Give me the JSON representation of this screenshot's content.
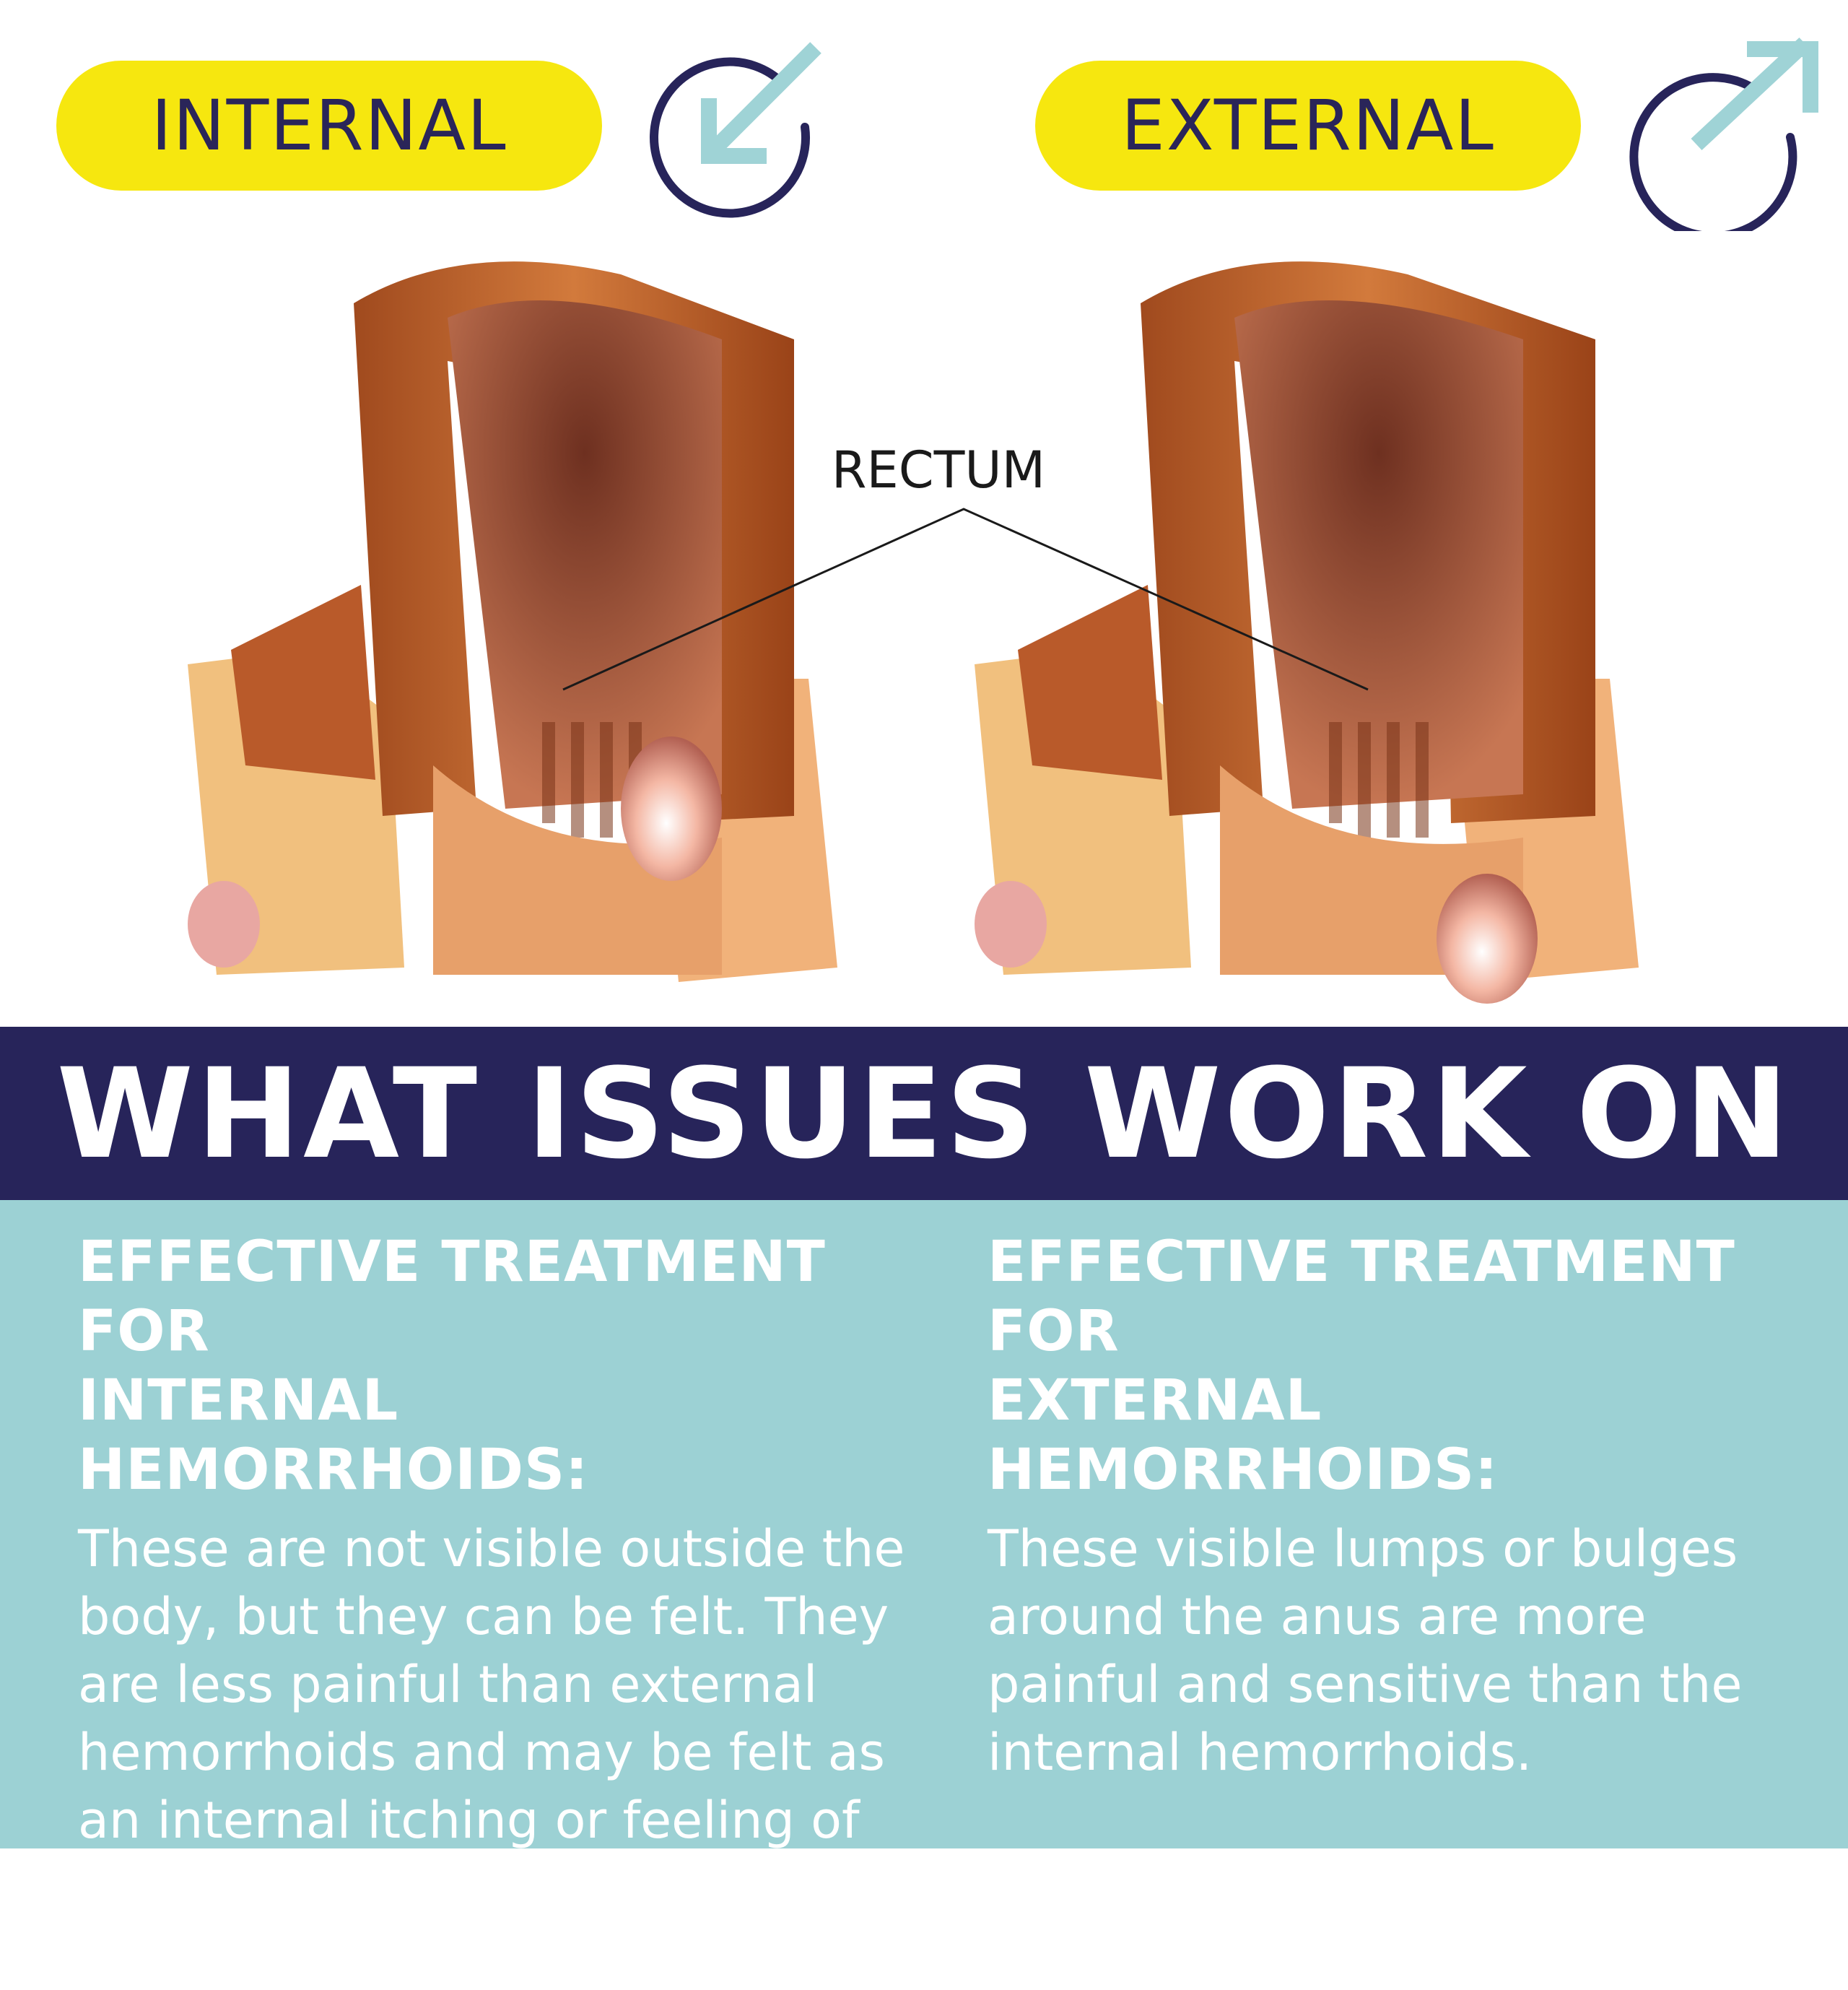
{
  "labels": {
    "internal": "INTERNAL",
    "external": "EXTERNAL",
    "rectum": "RECTUM"
  },
  "banner": {
    "title": "WHAT ISSUES WORK ON"
  },
  "columns": {
    "internal": {
      "heading_line1": "EFFECTIVE TREATMENT FOR",
      "heading_line2": "INTERNAL HEMORRHOIDS:",
      "body": "These are not visible outside the body, but they can be felt. They are less painful than external hemorrhoids and may be felt as an internal itching or feeling of fullness after a bowel movement."
    },
    "external": {
      "heading_line1": "EFFECTIVE TREATMENT FOR",
      "heading_line2": "EXTERNAL HEMORRHOIDS:",
      "body": "These visible lumps or bulges around the anus are more painful and sensitive than the internal hemorrhoids."
    }
  },
  "icons": {
    "internal": "arrow-inward-circle-icon",
    "external": "arrow-outward-circle-icon"
  },
  "colors": {
    "pill": "#f6e70f",
    "navy": "#27245a",
    "teal_panel": "#9cd1d4",
    "arrow": "#9fd3d6"
  }
}
